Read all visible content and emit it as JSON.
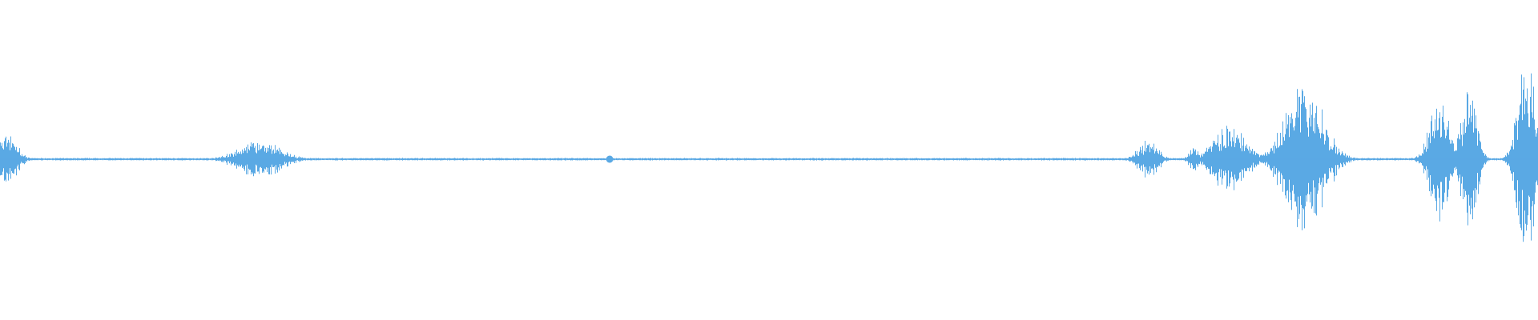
{
  "waveform": {
    "color": "#5aa9e4",
    "playhead_color": "#5aa9e4",
    "playhead_progress": 0.3964,
    "bursts": [
      {
        "center": 0.0045,
        "width": 0.025,
        "amplitude": 0.16
      },
      {
        "center": 0.1685,
        "width": 0.055,
        "amplitude": 0.11
      },
      {
        "center": 0.7463,
        "width": 0.026,
        "amplitude": 0.11
      },
      {
        "center": 0.776,
        "width": 0.012,
        "amplitude": 0.08
      },
      {
        "center": 0.799,
        "width": 0.043,
        "amplitude": 0.2
      },
      {
        "center": 0.848,
        "width": 0.05,
        "amplitude": 0.44
      },
      {
        "center": 0.936,
        "width": 0.026,
        "amplitude": 0.38
      },
      {
        "center": 0.955,
        "width": 0.02,
        "amplitude": 0.44
      },
      {
        "center": 0.992,
        "width": 0.022,
        "amplitude": 0.62
      }
    ]
  }
}
